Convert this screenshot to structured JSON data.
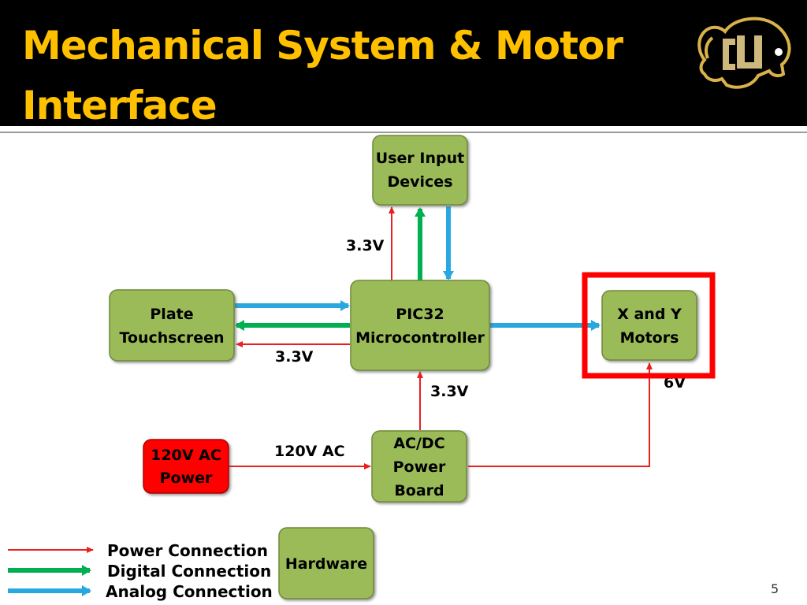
{
  "slide": {
    "title_line1": "Mechanical System & Motor",
    "title_line2": "Interface",
    "page_number": "5"
  },
  "colors": {
    "accent": "#ffc000",
    "box_fill": "#9bbb59",
    "power_box_fill": "#ff0000",
    "power_line": "#e8201e",
    "digital_line": "#00b050",
    "analog_line": "#29a8e0",
    "highlight": "#ff0000"
  },
  "logo": {
    "icon": "cu-buffalo-logo-icon"
  },
  "diagram": {
    "boxes": {
      "user_input": {
        "line1": "User Input",
        "line2": "Devices"
      },
      "plate": {
        "line1": "Plate",
        "line2": "Touchscreen"
      },
      "pic32": {
        "line1": "PIC32",
        "line2": "Microcontroller"
      },
      "motors": {
        "line1": "X and Y",
        "line2": "Motors"
      },
      "ac_power": {
        "line1": "120V AC",
        "line2": "Power"
      },
      "power_board": {
        "line1": "AC/DC",
        "line2": "Power",
        "line3": "Board"
      }
    },
    "labels": {
      "pic_to_user": "3.3V",
      "pic_to_plate": "3.3V",
      "board_to_pic": "3.3V",
      "ac_to_board": "120V AC",
      "board_to_motors": "6V"
    }
  },
  "legend": {
    "power": "Power Connection",
    "digital": "Digital Connection",
    "analog": "Analog Connection",
    "hardware": "Hardware"
  }
}
